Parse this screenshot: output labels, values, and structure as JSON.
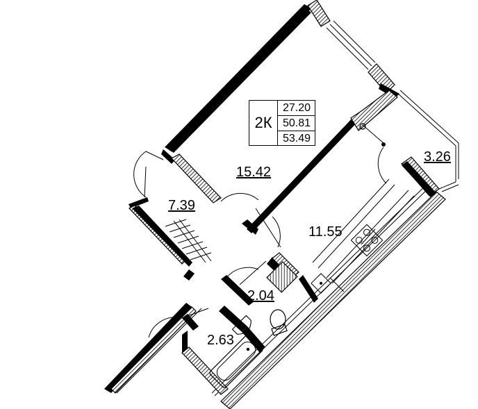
{
  "apartment": {
    "type": "2К",
    "areas": [
      "27.20",
      "50.81",
      "53.49"
    ]
  },
  "rooms": [
    {
      "id": "living-room",
      "area": "15.42"
    },
    {
      "id": "hallway",
      "area": "7.39"
    },
    {
      "id": "kitchen",
      "area": "11.55"
    },
    {
      "id": "balcony",
      "area": "3.26"
    },
    {
      "id": "toilet",
      "area": "2.04"
    },
    {
      "id": "bathroom",
      "area": "2.63"
    }
  ]
}
